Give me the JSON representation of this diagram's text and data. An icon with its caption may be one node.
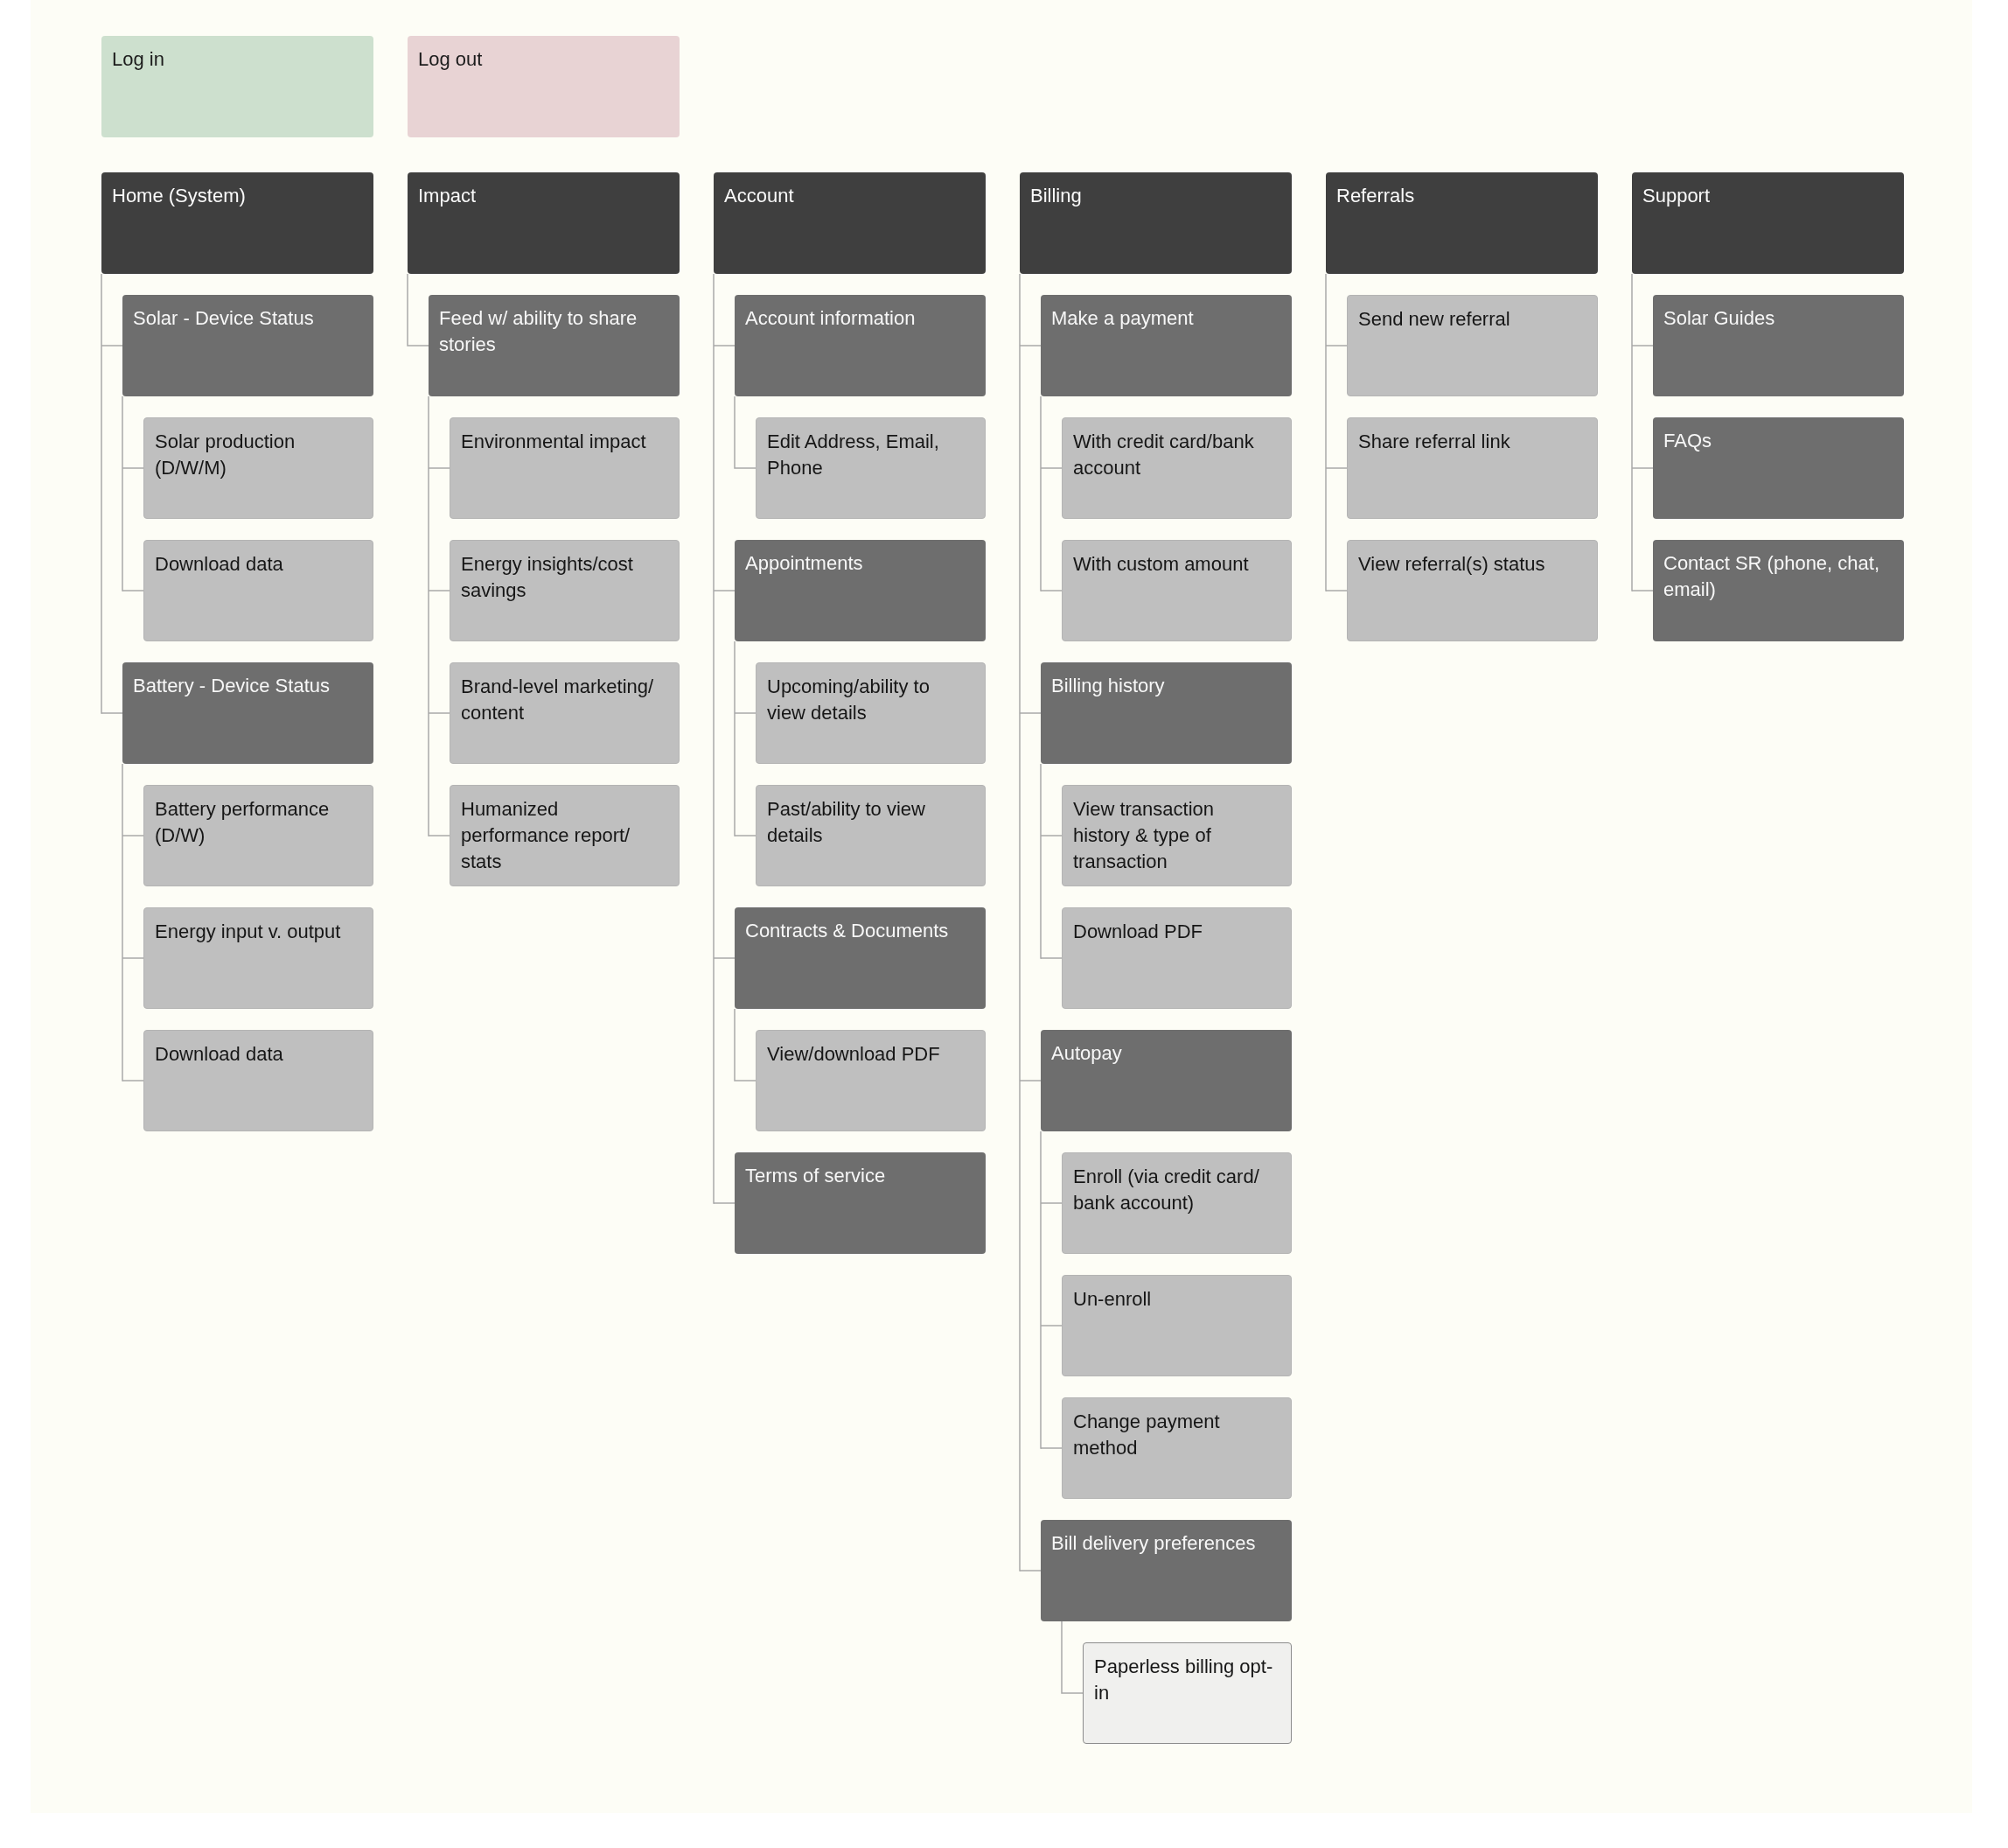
{
  "diagram": {
    "nodes": [
      {
        "text": [
          "Log in"
        ]
      },
      {
        "text": [
          "Log out"
        ]
      },
      {
        "text": [
          "Home (System)"
        ]
      },
      {
        "text": [
          "Solar - Device Status"
        ]
      },
      {
        "text": [
          "Solar production (D/W/M)"
        ]
      },
      {
        "text": [
          "Download data"
        ]
      },
      {
        "text": [
          "Battery - Device Status"
        ]
      },
      {
        "text": [
          "Battery performance (D/W)"
        ]
      },
      {
        "text": [
          "Energy input v. output"
        ]
      },
      {
        "text": [
          "Download data"
        ]
      },
      {
        "text": [
          "Impact"
        ]
      },
      {
        "text": [
          "Feed w/ ability to share stories"
        ]
      },
      {
        "text": [
          "Environmental impact"
        ]
      },
      {
        "text": [
          "Energy insights/cost savings"
        ]
      },
      {
        "text": [
          "Brand-level marketing/ content"
        ]
      },
      {
        "text": [
          "Humanized performance report/ stats"
        ]
      },
      {
        "text": [
          "Account"
        ]
      },
      {
        "text": [
          "Account information"
        ]
      },
      {
        "text": [
          "Edit Address, Email, Phone"
        ]
      },
      {
        "text": [
          "Appointments"
        ]
      },
      {
        "text": [
          "Upcoming/ability to view details"
        ]
      },
      {
        "text": [
          "Past/ability to view details"
        ]
      },
      {
        "text": [
          "Contracts & Documents"
        ]
      },
      {
        "text": [
          "View/download PDF"
        ]
      },
      {
        "text": [
          "Terms of service"
        ]
      },
      {
        "text": [
          "Billing"
        ]
      },
      {
        "text": [
          "Make a payment"
        ]
      },
      {
        "text": [
          "With credit card/bank account"
        ]
      },
      {
        "text": [
          "With custom amount"
        ]
      },
      {
        "text": [
          "Billing history"
        ]
      },
      {
        "text": [
          "View transaction history & type of transaction"
        ]
      },
      {
        "text": [
          "Download PDF"
        ]
      },
      {
        "text": [
          "Autopay"
        ]
      },
      {
        "text": [
          "Enroll (via credit card/ bank account)"
        ]
      },
      {
        "text": [
          "Un-enroll"
        ]
      },
      {
        "text": [
          "Change payment method"
        ]
      },
      {
        "text": [
          "Bill delivery preferences"
        ]
      },
      {
        "text": [
          "Paperless billing opt-in"
        ]
      },
      {
        "text": [
          "Referrals"
        ]
      },
      {
        "text": [
          "Send new referral"
        ]
      },
      {
        "text": [
          "Share referral link"
        ]
      },
      {
        "text": [
          "View referral(s) status"
        ]
      },
      {
        "text": [
          "Support"
        ]
      },
      {
        "text": [
          "Solar Guides"
        ]
      },
      {
        "text": [
          "FAQs"
        ]
      },
      {
        "text": [
          "Contact SR (phone, chat, email)"
        ]
      }
    ],
    "edges": [
      {
        "from": 2,
        "to": 3,
        "arrow": "none"
      },
      {
        "from": 3,
        "to": 4,
        "arrow": "none"
      },
      {
        "from": 3,
        "to": 5,
        "arrow": "none"
      },
      {
        "from": 2,
        "to": 6,
        "arrow": "none"
      },
      {
        "from": 6,
        "to": 7,
        "arrow": "none"
      },
      {
        "from": 6,
        "to": 8,
        "arrow": "none"
      },
      {
        "from": 6,
        "to": 9,
        "arrow": "none"
      },
      {
        "from": 10,
        "to": 11,
        "arrow": "none"
      },
      {
        "from": 11,
        "to": 12,
        "arrow": "none"
      },
      {
        "from": 11,
        "to": 13,
        "arrow": "none"
      },
      {
        "from": 11,
        "to": 14,
        "arrow": "none"
      },
      {
        "from": 11,
        "to": 15,
        "arrow": "none"
      },
      {
        "from": 16,
        "to": 17,
        "arrow": "none"
      },
      {
        "from": 17,
        "to": 18,
        "arrow": "none"
      },
      {
        "from": 16,
        "to": 19,
        "arrow": "none"
      },
      {
        "from": 19,
        "to": 20,
        "arrow": "none"
      },
      {
        "from": 19,
        "to": 21,
        "arrow": "none"
      },
      {
        "from": 16,
        "to": 22,
        "arrow": "none"
      },
      {
        "from": 22,
        "to": 23,
        "arrow": "none"
      },
      {
        "from": 16,
        "to": 24,
        "arrow": "none"
      },
      {
        "from": 25,
        "to": 26,
        "arrow": "none"
      },
      {
        "from": 26,
        "to": 27,
        "arrow": "none"
      },
      {
        "from": 26,
        "to": 28,
        "arrow": "none"
      },
      {
        "from": 25,
        "to": 29,
        "arrow": "none"
      },
      {
        "from": 29,
        "to": 30,
        "arrow": "none"
      },
      {
        "from": 29,
        "to": 31,
        "arrow": "none"
      },
      {
        "from": 25,
        "to": 32,
        "arrow": "none"
      },
      {
        "from": 32,
        "to": 33,
        "arrow": "none"
      },
      {
        "from": 32,
        "to": 34,
        "arrow": "none"
      },
      {
        "from": 32,
        "to": 35,
        "arrow": "none"
      },
      {
        "from": 25,
        "to": 36,
        "arrow": "none"
      },
      {
        "from": 36,
        "to": 37,
        "arrow": "none"
      },
      {
        "from": 38,
        "to": 39,
        "arrow": "none"
      },
      {
        "from": 38,
        "to": 40,
        "arrow": "none"
      },
      {
        "from": 38,
        "to": 41,
        "arrow": "none"
      },
      {
        "from": 42,
        "to": 43,
        "arrow": "none"
      },
      {
        "from": 42,
        "to": 44,
        "arrow": "none"
      },
      {
        "from": 42,
        "to": 45,
        "arrow": "none"
      }
    ]
  }
}
